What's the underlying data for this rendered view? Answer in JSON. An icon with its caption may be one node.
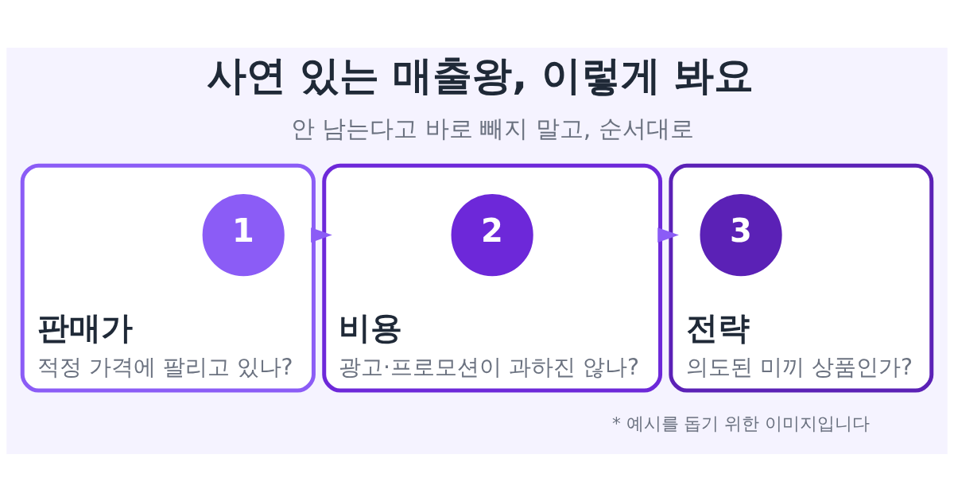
{
  "diagram": {
    "title": "사연 있는 매출왕, 이렇게 봐요",
    "nodes": [
      {
        "text": [
          "판매가",
          "적정 가격에 팔리고 있나?"
        ]
      },
      {
        "text": [
          "1"
        ],
        "in": 0
      },
      {
        "text": [
          "비용",
          "광고·프로모션이 과하진 않나?"
        ]
      },
      {
        "text": [
          "2"
        ],
        "in": 2
      },
      {
        "text": [
          "전략",
          "의도된 미끼 상품인가?"
        ]
      },
      {
        "text": [
          "3"
        ],
        "in": 4
      }
    ],
    "edges": [
      {
        "from": 0,
        "to": 2,
        "arrow": "to"
      },
      {
        "from": 2,
        "to": 4,
        "arrow": "to"
      }
    ],
    "labels": [
      "안 남는다고 바로 빼지 말고, 순서대로",
      "* 예시를 돕기 위한 이미지입니다"
    ]
  }
}
